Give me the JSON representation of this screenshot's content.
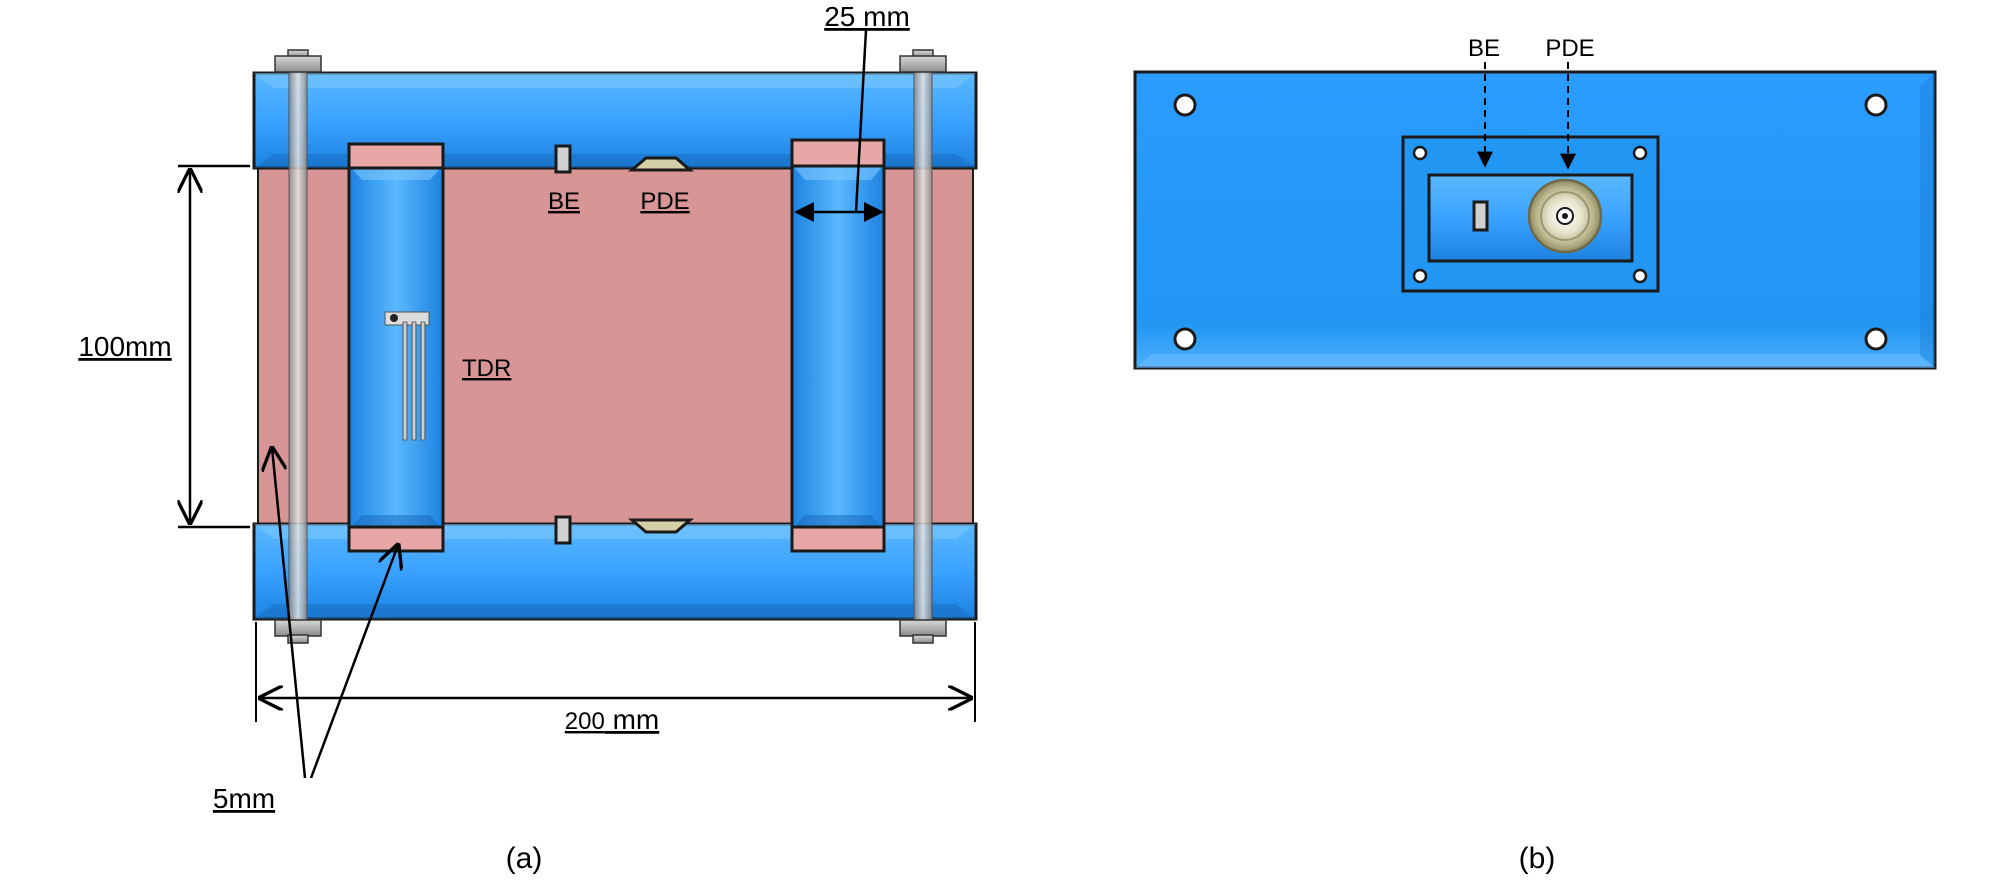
{
  "panel_a": {
    "caption": "(a)",
    "labels": {
      "be": "BE",
      "pde": "PDE",
      "tdr": "TDR",
      "width_25": "25 mm",
      "height_100": "100mm",
      "width_200_num": "200",
      "width_200_unit": " mm",
      "thickness_5": "5mm"
    }
  },
  "panel_b": {
    "caption": "(b)",
    "labels": {
      "be": "BE",
      "pde": "PDE"
    }
  },
  "colors": {
    "blue": "#2196f3",
    "blue_light": "#55b4ff",
    "blue_dark": "#1a78cc",
    "pink": "#d89595",
    "pink_light": "#e8a7a7",
    "steel": "#c8c8c8",
    "outline": "#1a1a1a"
  }
}
